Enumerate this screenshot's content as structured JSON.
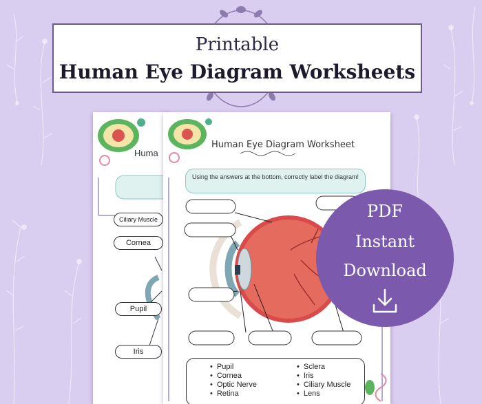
{
  "banner": {
    "subtitle": "Printable",
    "title": "Human Eye Diagram Worksheets"
  },
  "back_sheet": {
    "title_fragment": "Huma",
    "labels": [
      "Ciliary Muscle",
      "Cornea",
      "Pupil",
      "Iris"
    ]
  },
  "front_sheet": {
    "title": "Human Eye Diagram Worksheet",
    "instructions": "Using the answers at the bottom, correctly label the diagram!",
    "word_bank": {
      "column1": [
        "Pupil",
        "Cornea",
        "Optic Nerve",
        "Retina"
      ],
      "column2": [
        "Sclera",
        "Iris",
        "Ciliary Muscle",
        "Lens"
      ]
    }
  },
  "badge": {
    "line1": "PDF",
    "line2": "Instant",
    "line3": "Download",
    "icon": "download-icon"
  },
  "colors": {
    "background": "#d9cdf0",
    "badge": "#7b5aad",
    "banner_border": "#6b5a8e"
  }
}
